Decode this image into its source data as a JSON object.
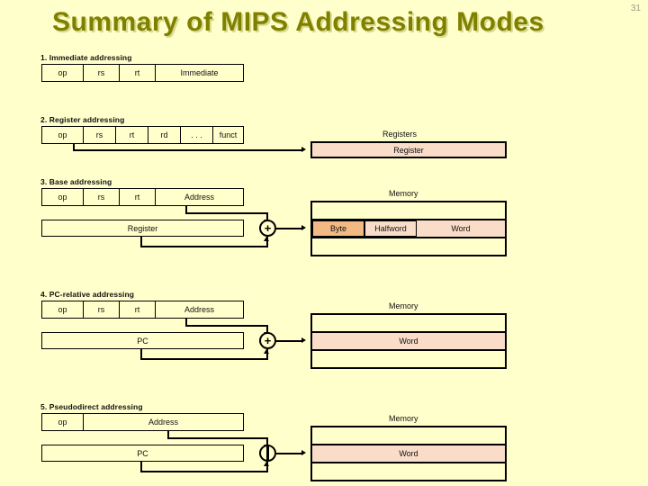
{
  "slide": {
    "title": "Summary of MIPS Addressing Modes",
    "page_number": "31",
    "background_color": "#FFFFCC",
    "title_color": "#808000",
    "highlight_color": "#FADDC9",
    "deep_highlight_color": "#F3B983"
  },
  "sections": [
    {
      "id": "immediate",
      "label": "1. Immediate addressing",
      "instruction_fields": [
        "op",
        "rs",
        "rt",
        "Immediate"
      ],
      "highlighted_field": "Immediate"
    },
    {
      "id": "register",
      "label": "2. Register addressing",
      "instruction_fields": [
        "op",
        "rs",
        "rt",
        "rd",
        ". . .",
        "funct"
      ],
      "target_label": "Registers",
      "target_cell": "Register"
    },
    {
      "id": "base",
      "label": "3. Base addressing",
      "instruction_fields": [
        "op",
        "rs",
        "rt",
        "Address"
      ],
      "operand_box": "Register",
      "operator": "+",
      "target_label": "Memory",
      "memory_cells": [
        "Byte",
        "Halfword",
        "Word"
      ]
    },
    {
      "id": "pc-relative",
      "label": "4. PC-relative addressing",
      "instruction_fields": [
        "op",
        "rs",
        "rt",
        "Address"
      ],
      "operand_box": "PC",
      "operator": "+",
      "target_label": "Memory",
      "memory_cells": [
        "Word"
      ]
    },
    {
      "id": "pseudodirect",
      "label": "5. Pseudodirect addressing",
      "instruction_fields": [
        "op",
        "Address"
      ],
      "operand_box": "PC",
      "operator": "concat",
      "target_label": "Memory",
      "memory_cells": [
        "Word"
      ]
    }
  ]
}
